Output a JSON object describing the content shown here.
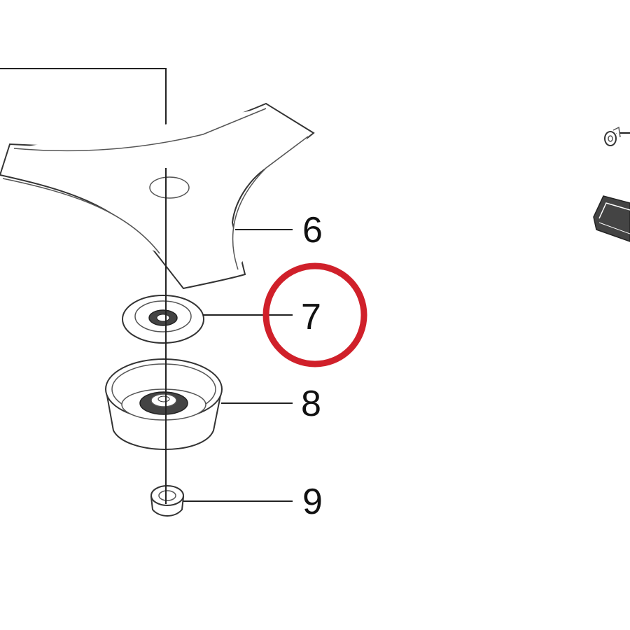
{
  "callouts": {
    "blade": "6",
    "washer": "7",
    "cup": "8",
    "nut": "9"
  },
  "highlight": {
    "target": "7",
    "color": "#d0202a"
  },
  "line_color": "#222222"
}
